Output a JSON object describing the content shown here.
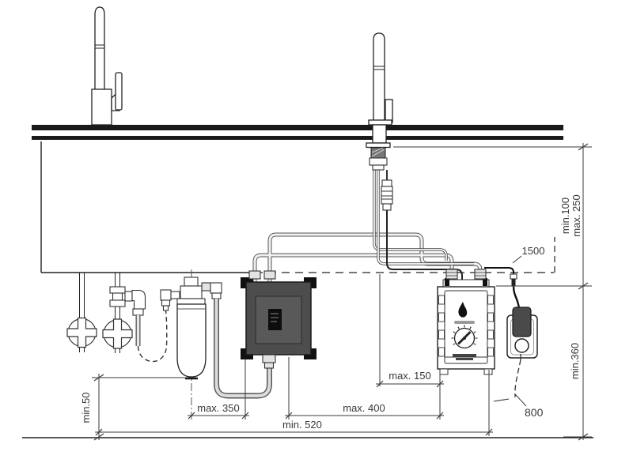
{
  "diagram": {
    "dimensions": {
      "counter_clearance": {
        "line1": "min.100",
        "line2": "max. 250"
      },
      "cable_length": "1500",
      "boiler_floor_clearance": "min.360",
      "filter_floor_clearance": "min.50",
      "filter_offset": "max. 350",
      "tap_to_boiler": "max. 150",
      "box_to_boiler": "max. 400",
      "total_width": "min. 520",
      "plug_cable_length": "800"
    },
    "colors": {
      "line": "#222222",
      "dimension": "#3a3a3a",
      "junction_box": "#4d4d4d",
      "plug": "#4a4a4a"
    }
  }
}
